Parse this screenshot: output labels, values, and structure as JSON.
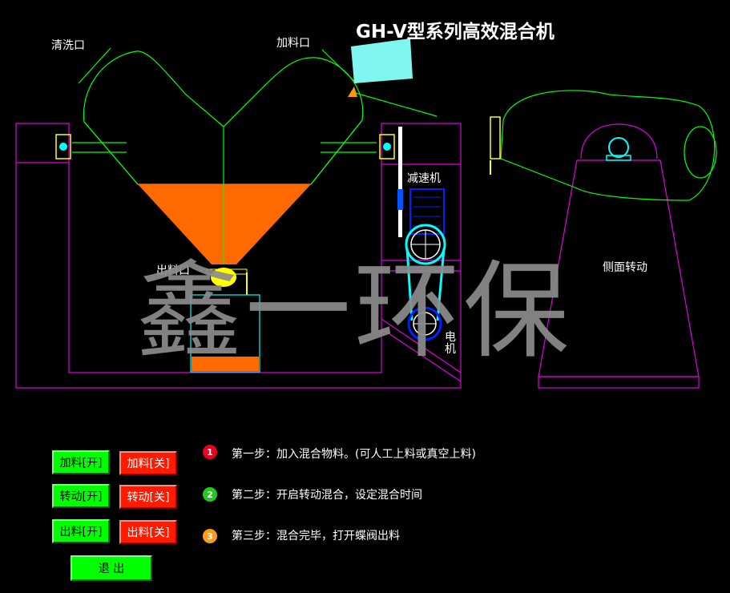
{
  "title": "GH-V型系列高效混合机",
  "watermark": "鑫一环保",
  "labels": {
    "wash_port": "清洗口",
    "feed_port": "加料口",
    "outlet": "出料口",
    "reducer": "减速机",
    "motor": "电机",
    "side_rotation": "侧面转动"
  },
  "buttons": {
    "feed_on": "加料[开]",
    "feed_off": "加料[关]",
    "rotate_on": "转动[开]",
    "rotate_off": "转动[关]",
    "discharge_on": "出料[开]",
    "discharge_off": "出料[关]",
    "exit": "退 出"
  },
  "steps": [
    {
      "num": "1",
      "text": "第一步：加入混合物料。(可人工上料或真空上料)",
      "color": "#e8001c"
    },
    {
      "num": "2",
      "text": "第二步：开启转动混合，设定混合时间",
      "color": "#22c822"
    },
    {
      "num": "3",
      "text": "第三步：混合完毕，打开蝶阀出料",
      "color": "#ff9a1a"
    }
  ],
  "colors": {
    "frame": "#e000e0",
    "vessel": "#00ff00",
    "material": "#ff6a00",
    "belt": "#00ffff",
    "motor": "#0022ff"
  }
}
